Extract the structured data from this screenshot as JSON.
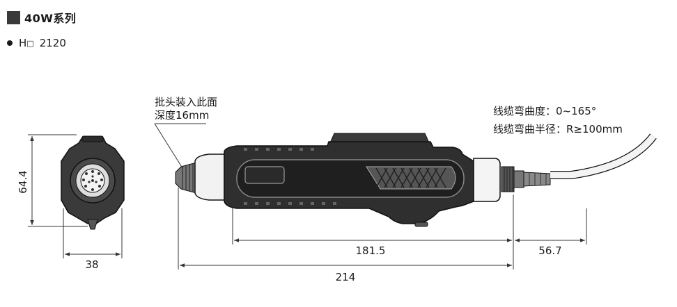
{
  "header": {
    "series_title": "40W系列",
    "model_prefix": "H",
    "model_mark": "□",
    "model_number": "2120"
  },
  "annotations": {
    "bit_note_line1": "批头装入此面",
    "bit_note_line2": "深度16mm",
    "cable_bend_angle": "线缆弯曲度：0~165°",
    "cable_bend_radius": "线缆弯曲半径：R≥100mm"
  },
  "dimensions": {
    "front_height": "64.4",
    "front_width": "38",
    "body_length": "181.5",
    "cable_length": "56.7",
    "total_length": "214"
  },
  "colors": {
    "body_dark": "#2b2b2b",
    "body_mid": "#4a4a4a",
    "line": "#1a1a1a",
    "dim_line": "#333333"
  }
}
